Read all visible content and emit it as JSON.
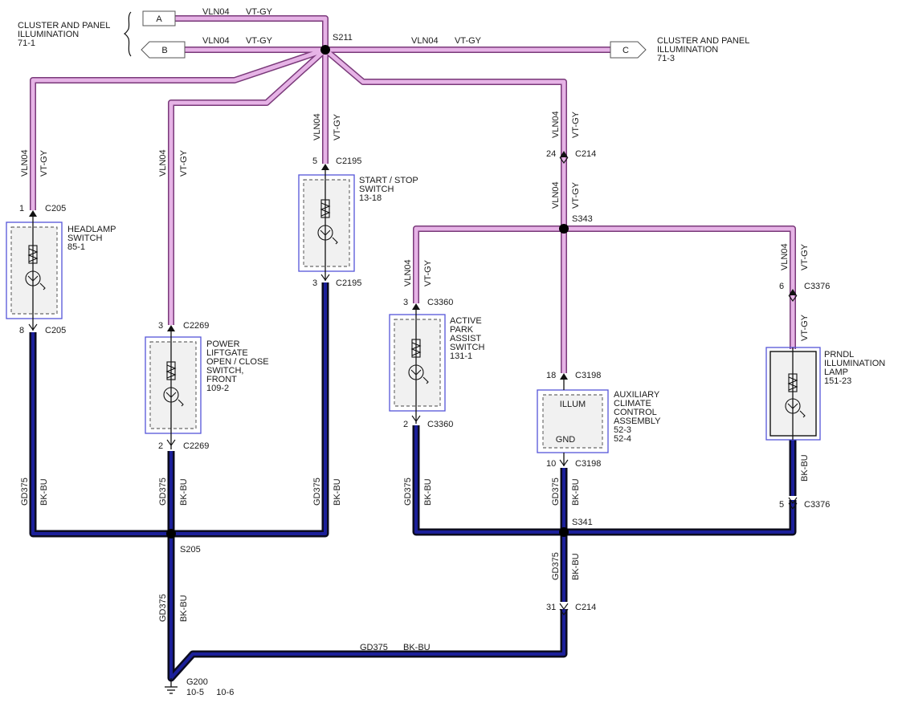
{
  "labels": {
    "cluster_left": "CLUSTER AND PANEL\nILLUMINATION\n71-1",
    "cluster_right": "CLUSTER AND PANEL\nILLUMINATION\n71-3",
    "tag_a": "A",
    "tag_b": "B",
    "tag_c": "C",
    "headlamp": "HEADLAMP\nSWITCH\n85-1",
    "liftgate": "POWER\nLIFTGATE\nOPEN / CLOSE\nSWITCH,\nFRONT\n109-2",
    "startstop": "START / STOP\nSWITCH\n13-18",
    "park": "ACTIVE\nPARK\nASSIST\nSWITCH\n131-1",
    "aux": "AUXILIARY\nCLIMATE\nCONTROL\nASSEMBLY\n52-3\n52-4",
    "prndl": "PRNDL\nILLUMINATION\nLAMP\n151-23",
    "illum": "ILLUM",
    "gnd": "GND",
    "g200": "G200",
    "g200_refs": "10-5     10-6",
    "splices": {
      "s211": "S211",
      "s343": "S343",
      "s205": "S205",
      "s341": "S341"
    },
    "circuit": {
      "vln": "VLN04",
      "vtgy": "VT-GY",
      "gd": "GD375",
      "bkbu": "BK-BU"
    },
    "pins": {
      "c205_1": "1",
      "c205_1n": "C205",
      "c205_8": "8",
      "c205_8n": "C205",
      "c2269_3": "3",
      "c2269_3n": "C2269",
      "c2269_2": "2",
      "c2269_2n": "C2269",
      "c2195_5": "5",
      "c2195_5n": "C2195",
      "c2195_3": "3",
      "c2195_3n": "C2195",
      "c214_24": "24",
      "c214_24n": "C214",
      "c214_31": "31",
      "c214_31n": "C214",
      "c3360_3": "3",
      "c3360_3n": "C3360",
      "c3360_2": "2",
      "c3360_2n": "C3360",
      "c3198_18": "18",
      "c3198_18n": "C3198",
      "c3198_10": "10",
      "c3198_10n": "C3198",
      "c3376_6": "6",
      "c3376_6n": "C3376",
      "c3376_5": "5",
      "c3376_5n": "C3376"
    }
  }
}
